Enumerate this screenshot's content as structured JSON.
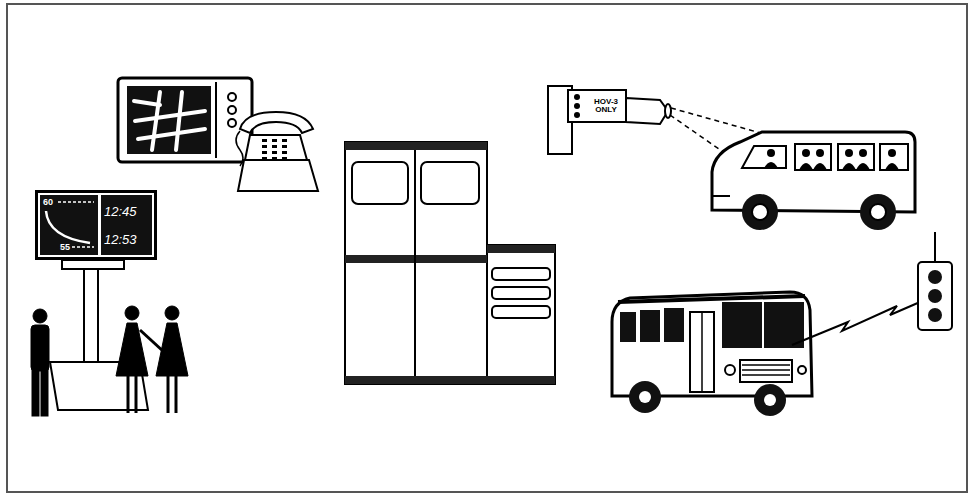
{
  "diagram": {
    "nodes": [
      {
        "text": [
          "HOV-3 ONLY"
        ]
      },
      {
        "text": [
          "60",
          "55",
          "12:45",
          "12:53"
        ]
      }
    ]
  }
}
